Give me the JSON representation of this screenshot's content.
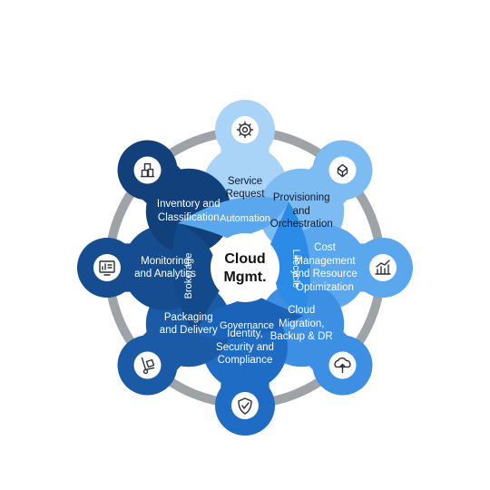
{
  "center": {
    "line1": "Cloud",
    "line2": "Mgmt."
  },
  "inner_segments": [
    {
      "label": "Automation",
      "color": "#5aa7ee"
    },
    {
      "label": "Lifecycle",
      "color": "#2c8be6"
    },
    {
      "label": "Governance",
      "color": "#1a63b8"
    },
    {
      "label": "Brokerage",
      "color": "#134a8c"
    }
  ],
  "nodes": [
    {
      "lines": [
        "Service",
        "Request"
      ],
      "color": "#a9d3f7",
      "text_color": "#0f1a2a",
      "icon": "gear-search-icon"
    },
    {
      "lines": [
        "Provisioning",
        "and",
        "Orchestration"
      ],
      "color": "#7dbcf3",
      "text_color": "#0f1a2a",
      "icon": "cube-hand-icon"
    },
    {
      "lines": [
        "Cost",
        "Management",
        "and Resource",
        "Optimization"
      ],
      "color": "#5aa7ee",
      "text_color": "#ffffff",
      "icon": "chart-up-icon"
    },
    {
      "lines": [
        "Cloud",
        "Migration,",
        "Backup & DR"
      ],
      "color": "#3d8fe4",
      "text_color": "#ffffff",
      "icon": "cloud-upload-icon"
    },
    {
      "lines": [
        "Identity,",
        "Security and",
        "Compliance"
      ],
      "color": "#1f6cc4",
      "text_color": "#ffffff",
      "icon": "shield-check-icon"
    },
    {
      "lines": [
        "Packaging",
        "and Delivery"
      ],
      "color": "#1a5aa6",
      "text_color": "#ffffff",
      "icon": "hand-truck-icon"
    },
    {
      "lines": [
        "Monitoring",
        "and Analytics"
      ],
      "color": "#154d90",
      "text_color": "#ffffff",
      "icon": "dashboard-icon"
    },
    {
      "lines": [
        "Inventory and",
        "Classification"
      ],
      "color": "#11407a",
      "text_color": "#ffffff",
      "icon": "boxes-icon"
    }
  ]
}
